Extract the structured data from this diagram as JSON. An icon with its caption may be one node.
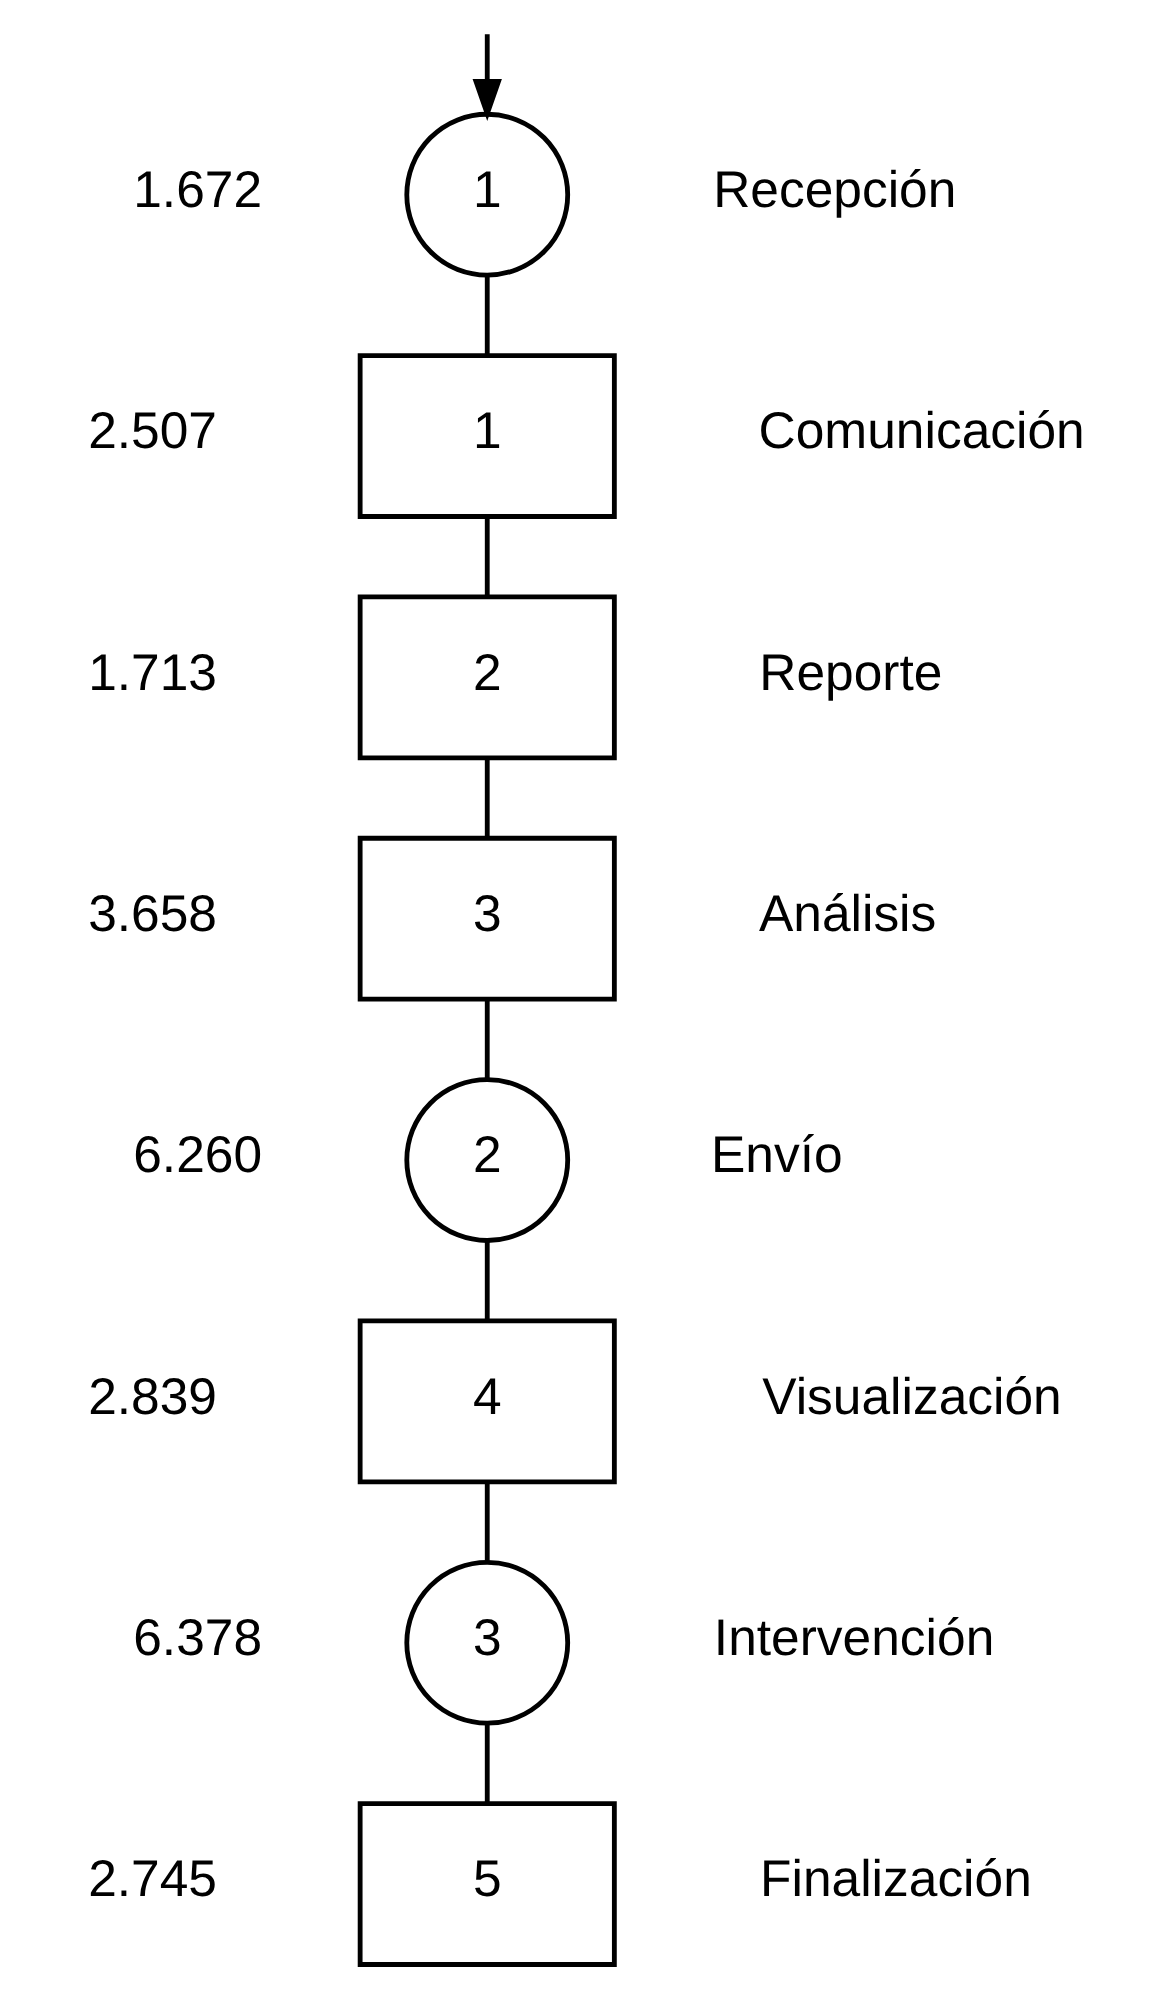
{
  "diagram": {
    "nodes": [
      {
        "text": [
          "1"
        ],
        "beside": [
          "1.672",
          "Recepción"
        ]
      },
      {
        "text": [
          "1"
        ],
        "beside": [
          "2.507",
          "Comunicación"
        ]
      },
      {
        "text": [
          "2"
        ],
        "beside": [
          "1.713",
          "Reporte"
        ]
      },
      {
        "text": [
          "3"
        ],
        "beside": [
          "3.658",
          "Análisis"
        ]
      },
      {
        "text": [
          "2"
        ],
        "beside": [
          "6.260",
          "Envío"
        ]
      },
      {
        "text": [
          "4"
        ],
        "beside": [
          "2.839",
          "Visualización"
        ]
      },
      {
        "text": [
          "3"
        ],
        "beside": [
          "6.378",
          "Intervención"
        ]
      },
      {
        "text": [
          "5"
        ],
        "beside": [
          "2.745",
          "Finalización"
        ]
      }
    ],
    "edges": [
      {
        "from": null,
        "to": 0,
        "arrow": "to"
      },
      {
        "from": 0,
        "to": 1,
        "arrow": "none"
      },
      {
        "from": 1,
        "to": 2,
        "arrow": "none"
      },
      {
        "from": 2,
        "to": 3,
        "arrow": "none"
      },
      {
        "from": 3,
        "to": 4,
        "arrow": "none"
      },
      {
        "from": 4,
        "to": 5,
        "arrow": "none"
      },
      {
        "from": 5,
        "to": 6,
        "arrow": "none"
      },
      {
        "from": 6,
        "to": 7,
        "arrow": "none"
      }
    ]
  }
}
